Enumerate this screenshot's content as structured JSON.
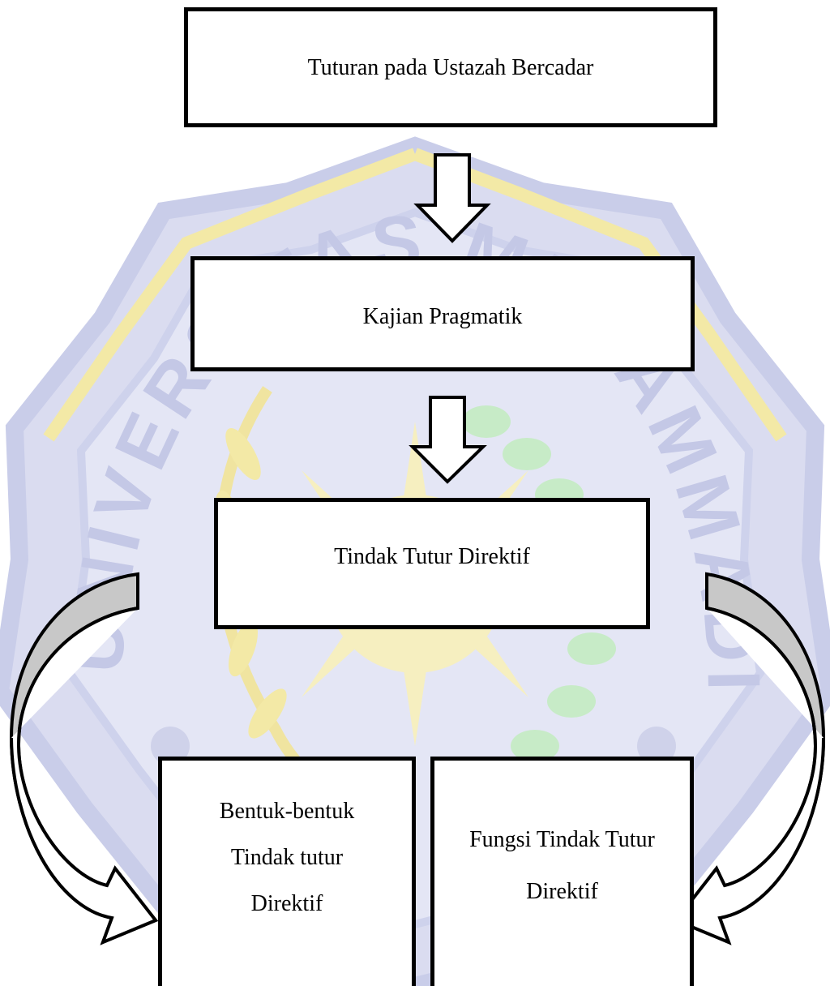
{
  "diagram": {
    "title": "",
    "nodes": {
      "top": {
        "label": "Tuturan pada Ustazah Bercadar"
      },
      "kajian": {
        "label": "Kajian Pragmatik"
      },
      "tindak": {
        "label": "Tindak Tutur Direktif"
      },
      "bentuk": {
        "lines": [
          "Bentuk-bentuk",
          "Tindak tutur",
          "Direktif"
        ]
      },
      "fungsi": {
        "lines": [
          "Fungsi Tindak Tutur",
          "Direktif"
        ]
      }
    },
    "edges": [
      {
        "from": "top",
        "to": "kajian",
        "style": "block-arrow-down"
      },
      {
        "from": "kajian",
        "to": "tindak",
        "style": "block-arrow-down"
      },
      {
        "from": "tindak",
        "to": "bentuk",
        "style": "curved-arrow-left"
      },
      {
        "from": "tindak",
        "to": "fungsi",
        "style": "curved-arrow-right"
      }
    ]
  },
  "watermark": {
    "text": "UNIVERSITAS MUHAMMADIYAH",
    "colors": {
      "shield_blue": "#c9cde9",
      "shield_blue_light": "#dadcf0",
      "gold": "#f3e9a6",
      "green": "#c7ebc7",
      "letters": "#c4c8e6"
    }
  },
  "colors": {
    "box_border": "#000000",
    "box_fill": "#ffffff",
    "curved_arrow_fill": "#c8c8c8"
  }
}
